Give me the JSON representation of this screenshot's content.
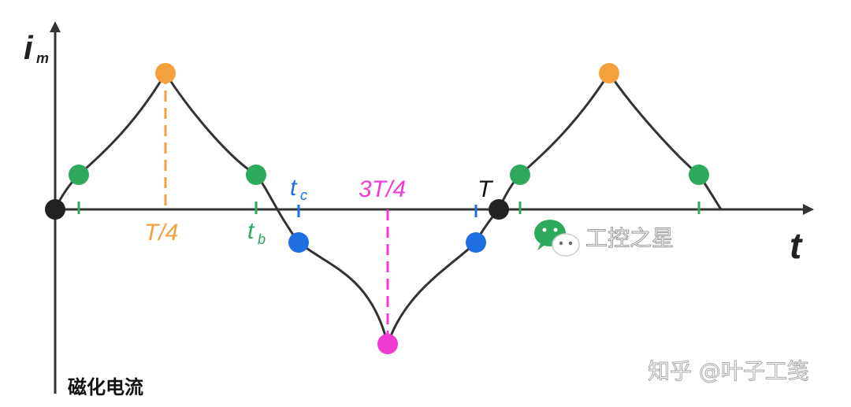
{
  "axes": {
    "y_label": "i",
    "y_label_sub": "m",
    "x_label": "t"
  },
  "labels": {
    "quarter": "T/4",
    "tb_main": "t",
    "tb_sub": "b",
    "tc_main": "t",
    "tc_sub": "c",
    "three_quarter": "3T/4",
    "period": "T"
  },
  "caption": "磁化电流",
  "wechat": {
    "icon": "wechat-icon",
    "text": "工控之星"
  },
  "zhihu_watermark": "知乎 @叶子工笺",
  "colors": {
    "curve": "#333333",
    "axis": "#333333",
    "orange": "#f4a03c",
    "green": "#2eaa5c",
    "blue": "#1e6fe0",
    "magenta": "#f03cd2",
    "black_dot": "#222222"
  }
}
